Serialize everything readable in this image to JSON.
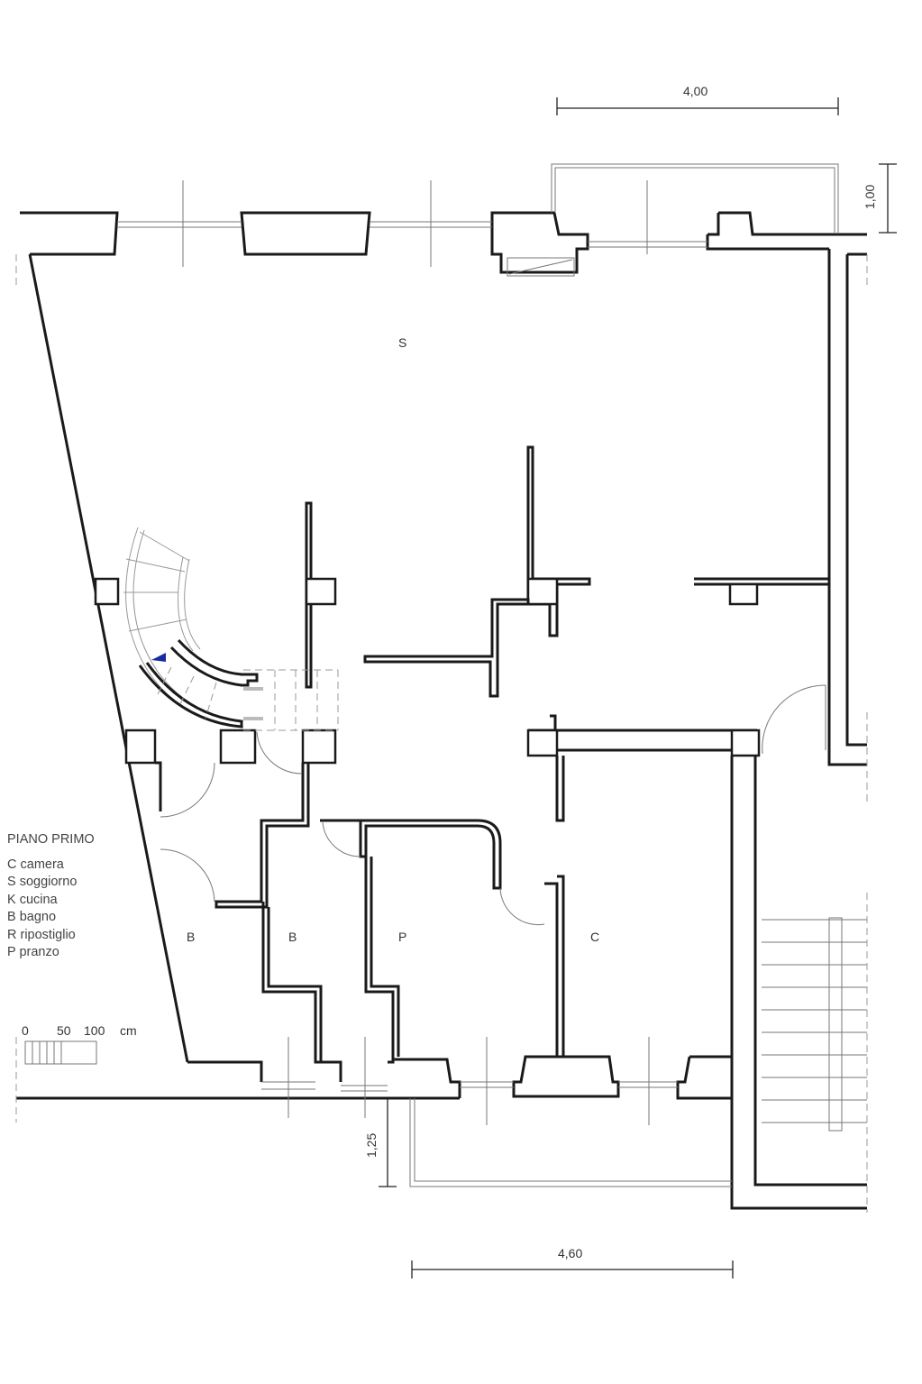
{
  "title": "PIANO PRIMO",
  "legend": [
    "C camera",
    "S soggiorno",
    "K cucina",
    "B bagno",
    "R ripostiglio",
    "P pranzo"
  ],
  "scale": {
    "ticks": [
      "0",
      "50",
      "100"
    ],
    "unit": "cm"
  },
  "dimensions": {
    "top": "4,00",
    "balcony_top": "1,00",
    "balcony_bottom": "1,25",
    "bottom": "4,60"
  },
  "rooms": {
    "s": "S",
    "b1": "B",
    "b2": "B",
    "p": "P",
    "c": "C"
  },
  "colors": {
    "wall": "#1a1a1a",
    "marker": "#1a2aa0"
  }
}
